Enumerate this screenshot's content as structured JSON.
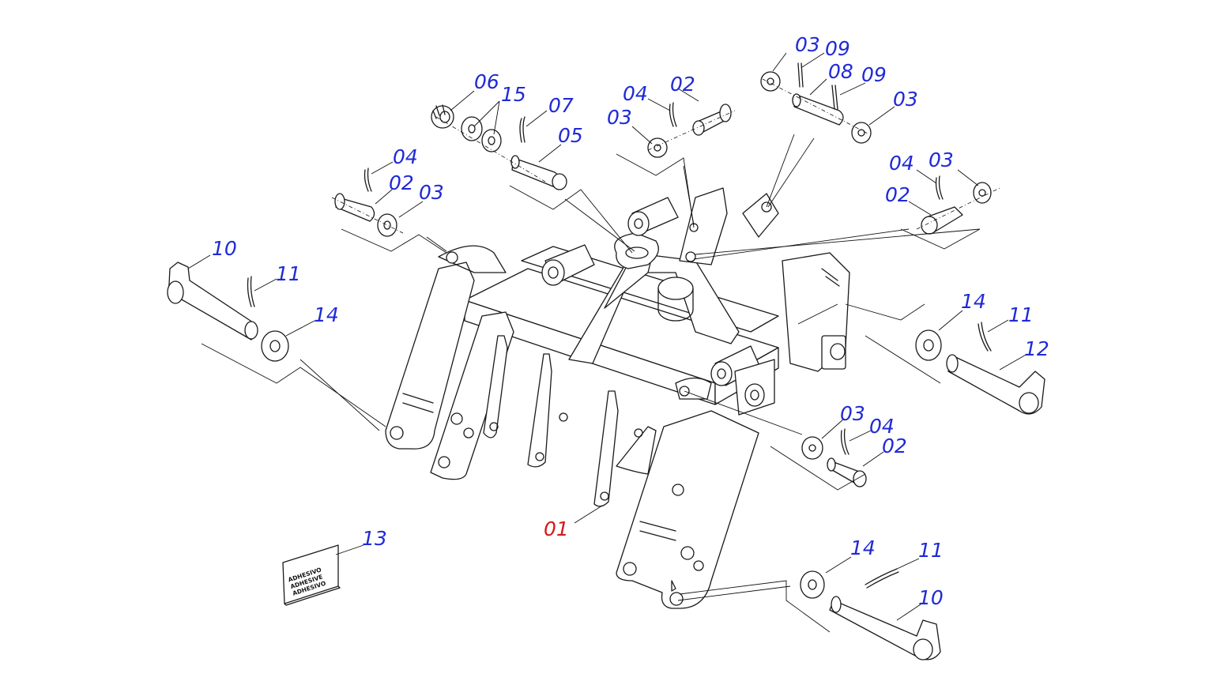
{
  "colors": {
    "label_default": "#1f2ad6",
    "label_main": "#d41a1a",
    "line": "#1a1a1a"
  },
  "sticker": {
    "lines": [
      "ADHESIVO",
      "ADHESIVE",
      "ADHESIVO"
    ]
  },
  "callouts": [
    {
      "id": "c-06-top",
      "text": "06"
    },
    {
      "id": "c-15-top",
      "text": "15"
    },
    {
      "id": "c-07-top",
      "text": "07"
    },
    {
      "id": "c-05-top",
      "text": "05"
    },
    {
      "id": "c-04-top-mid",
      "text": "04"
    },
    {
      "id": "c-02-top-mid",
      "text": "02"
    },
    {
      "id": "c-03-top-mid",
      "text": "03"
    },
    {
      "id": "c-03-top-right-a",
      "text": "03"
    },
    {
      "id": "c-09-top-right-a",
      "text": "09"
    },
    {
      "id": "c-08-top-right",
      "text": "08"
    },
    {
      "id": "c-09-top-right-b",
      "text": "09"
    },
    {
      "id": "c-03-top-right-b",
      "text": "03"
    },
    {
      "id": "c-04-left",
      "text": "04"
    },
    {
      "id": "c-02-left",
      "text": "02"
    },
    {
      "id": "c-03-left",
      "text": "03"
    },
    {
      "id": "c-04-right",
      "text": "04"
    },
    {
      "id": "c-03-right",
      "text": "03"
    },
    {
      "id": "c-02-right",
      "text": "02"
    },
    {
      "id": "c-10-left",
      "text": "10"
    },
    {
      "id": "c-11-left",
      "text": "11"
    },
    {
      "id": "c-14-left",
      "text": "14"
    },
    {
      "id": "c-14-right",
      "text": "14"
    },
    {
      "id": "c-11-right",
      "text": "11"
    },
    {
      "id": "c-12-right",
      "text": "12"
    },
    {
      "id": "c-03-lower-right",
      "text": "03"
    },
    {
      "id": "c-04-lower-right",
      "text": "04"
    },
    {
      "id": "c-02-lower-right",
      "text": "02"
    },
    {
      "id": "c-01-main",
      "text": "01",
      "main": true
    },
    {
      "id": "c-13-sticker",
      "text": "13"
    },
    {
      "id": "c-14-bottom",
      "text": "14"
    },
    {
      "id": "c-11-bottom",
      "text": "11"
    },
    {
      "id": "c-10-bottom",
      "text": "10"
    }
  ]
}
